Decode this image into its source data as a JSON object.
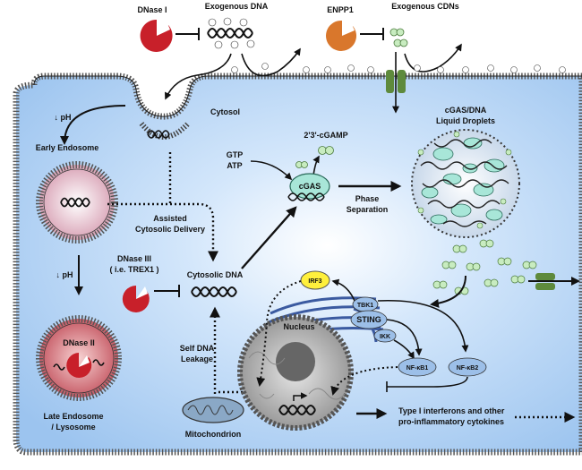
{
  "labels": {
    "dnase1": "DNase I",
    "exo_dna": "Exogenous DNA",
    "enpp1": "ENPP1",
    "exo_cdns": "Exogenous CDNs",
    "cytosol": "Cytosol",
    "ph1": "↓ pH",
    "early_endosome": "Early Endosome",
    "assisted1": "Assisted",
    "assisted2": "Cytosolic Delivery",
    "ph2": "↓ pH",
    "late_endosome1": "Late Endosome",
    "late_endosome2": "/ Lysosome",
    "dnase2": "DNase II",
    "dnase3_1": "DNase III",
    "dnase3_2": "( i.e. TREX1 )",
    "cytosolic_dna": "Cytosolic DNA",
    "gtp": "GTP",
    "atp": "ATP",
    "cgamp": "2'3'-cGAMP",
    "cgas": "cGAS",
    "phase1": "Phase",
    "phase2": "Separation",
    "droplets1": "cGAS/DNA",
    "droplets2": "Liquid Droplets",
    "irf3": "IRF3",
    "tbk1": "TBK1",
    "sting": "STING",
    "ikk": "IKK",
    "nfkb1": "NF-κB1",
    "nfkb2": "NF-κB2",
    "nucleus": "Nucleus",
    "self_dna1": "Self DNA",
    "self_dna2": "Leakage",
    "mitochondrion": "Mitochondrion",
    "output1": "Type I interferons and other",
    "output2": "pro-inflammatory cytokines"
  },
  "colors": {
    "cell_fill": "#aacdf2",
    "membrane": "#333333",
    "nuclease": "#c8202a",
    "enpp1": "#d9772c",
    "cgas": "#a8e6d8",
    "cdn": "#c8ecc0",
    "channel": "#5e8a3c",
    "irf3": "#fff03c",
    "protein": "#9cbfe8",
    "endosome": "#e5b6c6",
    "lysosome": "#d8848c",
    "nucleus": "#bdbdbd"
  }
}
